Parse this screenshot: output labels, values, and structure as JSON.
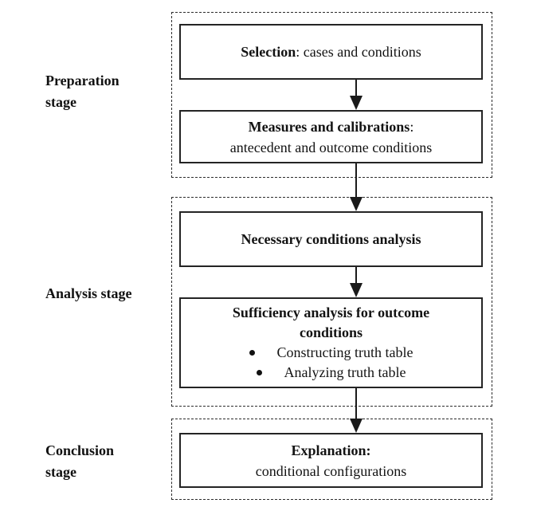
{
  "figure": {
    "stages": [
      {
        "label": "Preparation stage",
        "boxes": [
          {
            "title_bold": "Selection",
            "title_rest": ": cases and conditions"
          },
          {
            "title_bold": "Measures and calibrations",
            "title_rest": ":",
            "subtitle": "antecedent and outcome conditions"
          }
        ]
      },
      {
        "label": "Analysis stage",
        "boxes": [
          {
            "title_bold": "Necessary conditions analysis"
          },
          {
            "title_bold_line1": "Sufficiency analysis for outcome",
            "title_bold_line2": "conditions",
            "bullets": [
              "Constructing truth table",
              "Analyzing truth table"
            ]
          }
        ]
      },
      {
        "label": "Conclusion stage",
        "boxes": [
          {
            "title_bold": "Explanation:",
            "subtitle": "conditional configurations"
          }
        ]
      }
    ],
    "colors": {
      "ink": "#1a1a1a",
      "background": "#ffffff"
    }
  }
}
